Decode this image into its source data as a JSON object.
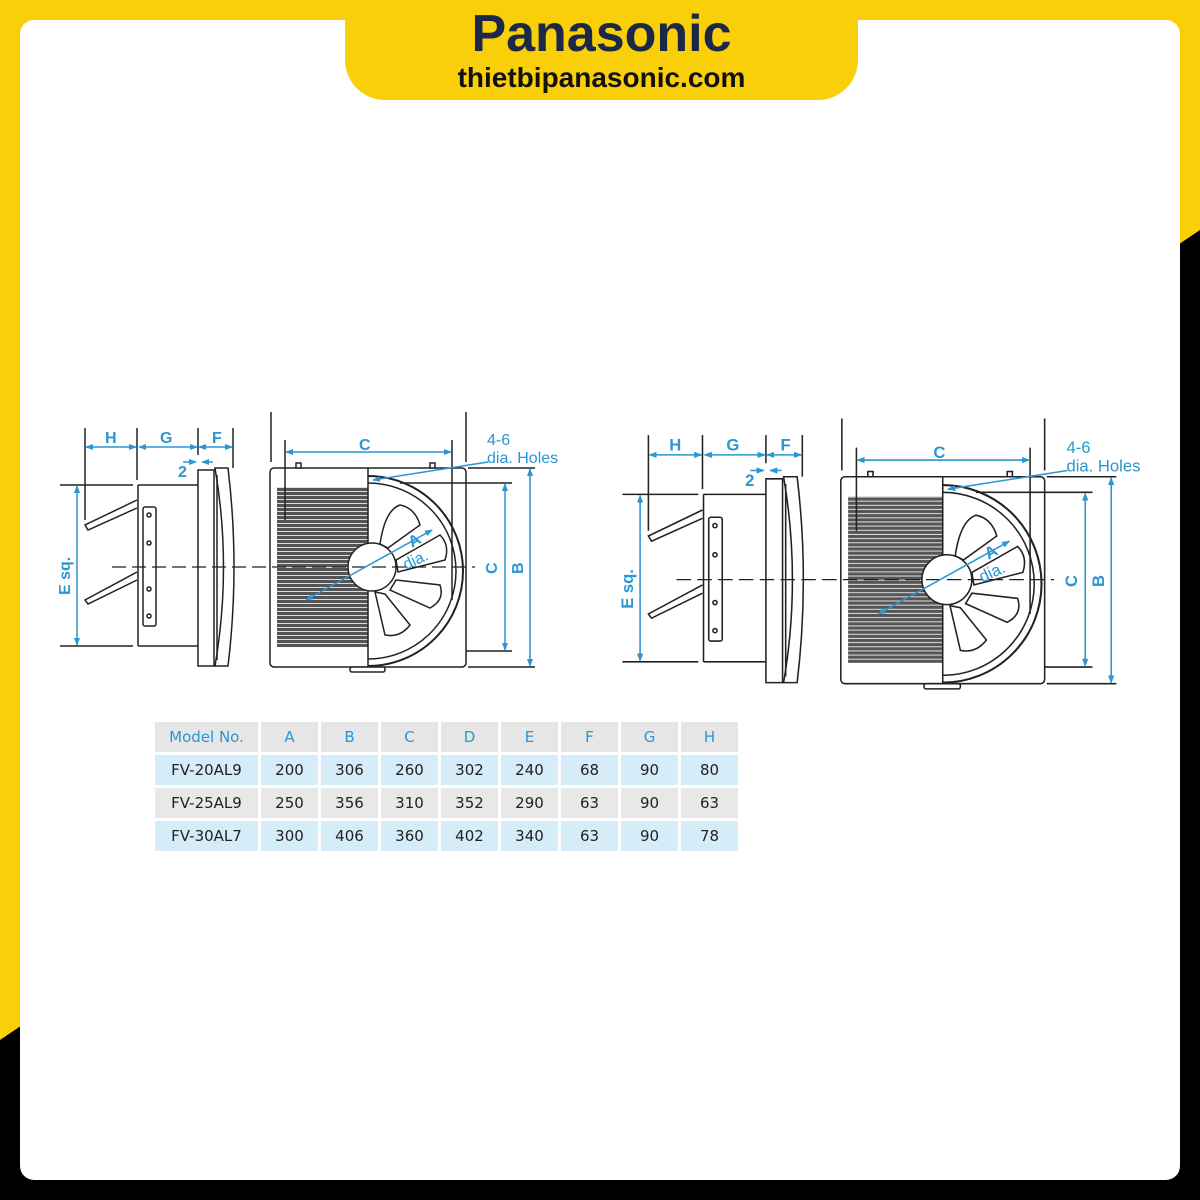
{
  "header": {
    "brand": "Panasonic",
    "website": "thietbipanasonic.com"
  },
  "colors": {
    "yellow": "#f9cf0a",
    "black": "#000000",
    "dimension_blue": "#2a96d2",
    "brand_navy": "#1b2848"
  },
  "diagram": {
    "labels": {
      "H": "H",
      "G": "G",
      "F": "F",
      "gap": "2",
      "C_top": "C",
      "holes_count": "4-6",
      "holes_text": "dia. Holes",
      "E": "E sq.",
      "A": "A",
      "A_dia": "dia.",
      "C_side": "C",
      "B": "B"
    }
  },
  "table": {
    "headers": [
      "Model No.",
      "A",
      "B",
      "C",
      "D",
      "E",
      "F",
      "G",
      "H"
    ],
    "rows": [
      [
        "FV-20AL9",
        "200",
        "306",
        "260",
        "302",
        "240",
        "68",
        "90",
        "80"
      ],
      [
        "FV-25AL9",
        "250",
        "356",
        "310",
        "352",
        "290",
        "63",
        "90",
        "63"
      ],
      [
        "FV-30AL7",
        "300",
        "406",
        "360",
        "402",
        "340",
        "63",
        "90",
        "78"
      ]
    ]
  }
}
